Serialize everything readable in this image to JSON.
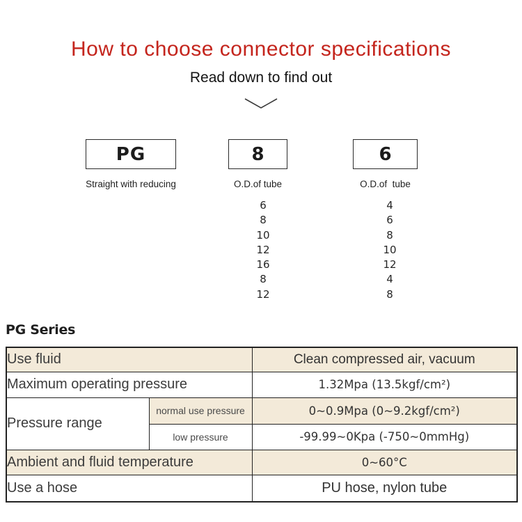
{
  "header": {
    "title": "How to choose connector specifications",
    "subtitle": "Read down to find out",
    "chevron_icon": "chevron-down"
  },
  "selector": {
    "boxes": [
      {
        "code": "PG",
        "label": "Straight with reducing",
        "options": []
      },
      {
        "code": "8",
        "label": "O.D.of tube",
        "options": [
          "6",
          "8",
          "10",
          "12",
          "16",
          "8",
          "12"
        ]
      },
      {
        "code": "6",
        "label": "O.D.of  tube",
        "options": [
          "4",
          "6",
          "8",
          "10",
          "12",
          "4",
          "8"
        ]
      }
    ]
  },
  "series": {
    "heading": "PG Series"
  },
  "table": {
    "rows": [
      {
        "label": "Use fluid",
        "value": "Clean compressed air, vacuum"
      },
      {
        "label": "Maximum operating pressure",
        "value": "1.32Mpa  (13.5kgf/cm²)"
      },
      {
        "label": "Pressure range",
        "sub": "normal use pressure",
        "value": "0~0.9Mpa  (0~9.2kgf/cm²)"
      },
      {
        "sub": "low pressure",
        "value": "-99.99~0Kpa  (-750~0mmHg)"
      },
      {
        "label": "Ambient and fluid temperature",
        "value": "0~60°C"
      },
      {
        "label": "Use a hose",
        "value": "PU hose, nylon tube"
      }
    ]
  },
  "colors": {
    "accent_red": "#c4251d",
    "row_beige": "#f3ead9",
    "border": "#222222"
  }
}
